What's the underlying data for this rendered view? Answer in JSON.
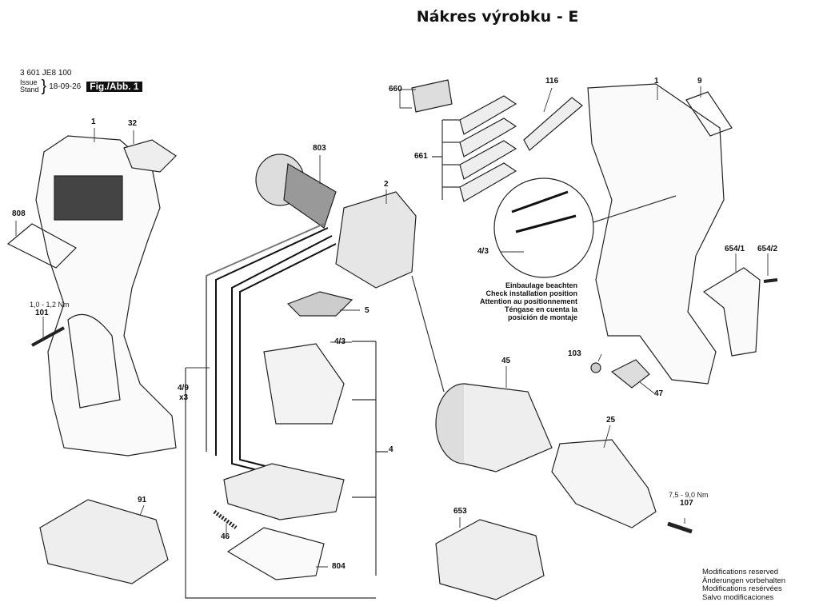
{
  "title": "Nákres výrobku - E",
  "header": {
    "part_number": "3 601 JE8 100",
    "issue_label": "Issue",
    "stand_label": "Stand",
    "date": "18-09-26",
    "figure": "Fig./Abb. 1"
  },
  "labels": {
    "p1_left": "1",
    "p32": "32",
    "p808": "808",
    "p101": "101",
    "tq101": "1,0 - 1,2 Nm",
    "p803": "803",
    "p2": "2",
    "p5": "5",
    "p4_3": "4/3",
    "p4_3b": "4/3",
    "p4_9": "4/9",
    "p4_9_qty": "x3",
    "p4": "4",
    "p91": "91",
    "p46": "46",
    "p804": "804",
    "p660": "660",
    "p661": "661",
    "p116": "116",
    "p1_right": "1",
    "p9": "9",
    "p654_1": "654/1",
    "p654_2": "654/2",
    "p103": "103",
    "p47": "47",
    "p45": "45",
    "p25": "25",
    "p107": "107",
    "tq107": "7,5 - 9,0 Nm",
    "p653": "653"
  },
  "installation_note": [
    "Einbaulage beachten",
    "Check installation position",
    "Attention au positionnement",
    "Téngase en cuenta la",
    "posición de montaje"
  ],
  "modifications_note": [
    "Modifications reserved",
    "Änderungen vorbehalten",
    "Modifications resérvées",
    "Salvo modificaciones"
  ]
}
